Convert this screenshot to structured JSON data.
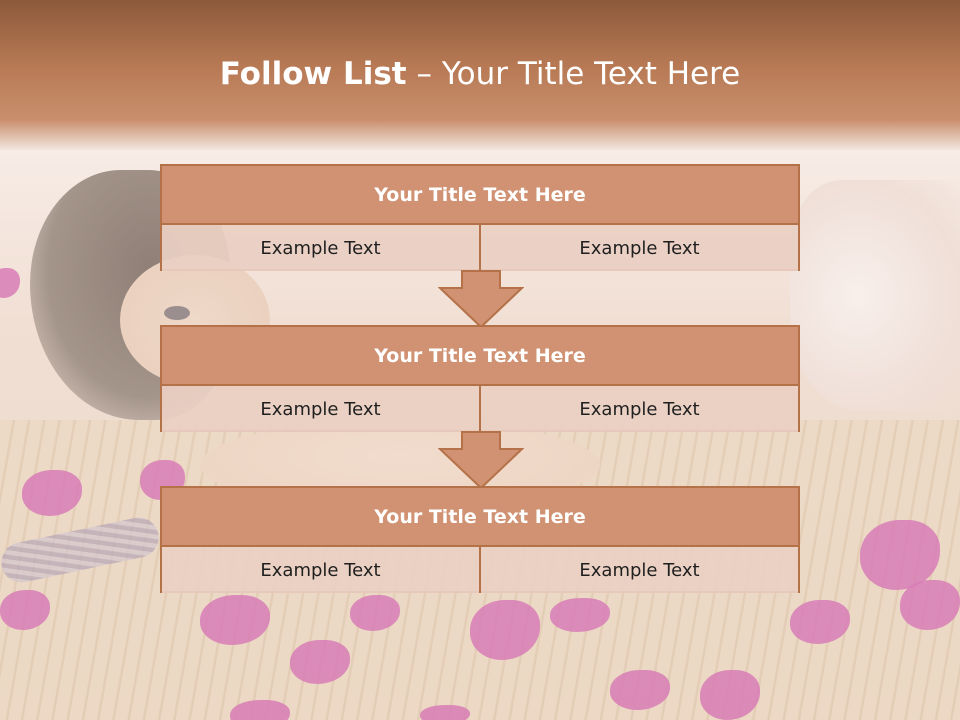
{
  "slide": {
    "title_bold": "Follow List",
    "title_rest": " – Your Title Text Here"
  },
  "steps": [
    {
      "title": "Your Title Text Here",
      "left": "Example Text",
      "right": "Example Text"
    },
    {
      "title": "Your Title Text Here",
      "left": "Example Text",
      "right": "Example Text"
    },
    {
      "title": "Your Title Text Here",
      "left": "Example Text",
      "right": "Example Text"
    }
  ],
  "colors": {
    "header_brown": "#b87a55",
    "box_title_fill": "#d09272",
    "box_border": "#b57249",
    "cell_fill": "#e9d0c3",
    "arrow_fill": "#d09272"
  }
}
